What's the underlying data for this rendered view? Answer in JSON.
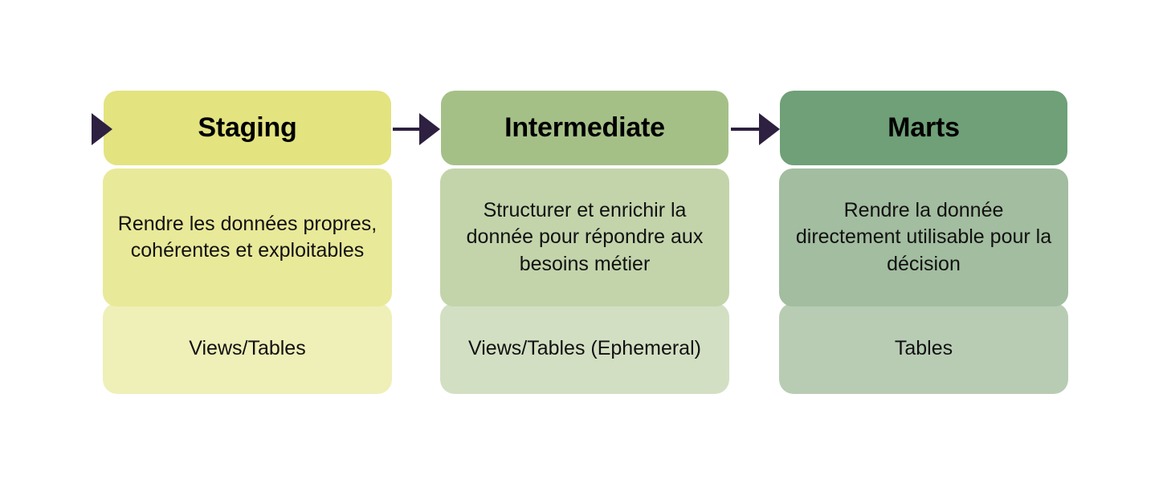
{
  "diagram": {
    "title": "Data transformation layers pipeline",
    "background_color": "#ffffff",
    "arrow_color": "#2d2040",
    "flow_order": [
      "Staging",
      "Intermediate",
      "Marts"
    ]
  },
  "cards": [
    {
      "id": "staging",
      "title": "Staging",
      "description": "Rendre les données propres, cohérentes et exploitables",
      "materialization": "Views/Tables",
      "header_color": "#e3e380",
      "desc_color": "#e9e99a",
      "footer_color": "#efefb8"
    },
    {
      "id": "intermediate",
      "title": "Intermediate",
      "description": "Structurer et enrichir la donnée pour répondre aux besoins métier",
      "materialization": "Views/Tables (Ephemeral)",
      "header_color": "#a5c087",
      "desc_color": "#c3d4ab",
      "footer_color": "#d3dfc2"
    },
    {
      "id": "marts",
      "title": "Marts",
      "description": "Rendre la donnée directement utilisable pour la décision",
      "materialization": "Tables",
      "header_color": "#6fa077",
      "desc_color": "#a2bd9f",
      "footer_color": "#b8ccb4"
    }
  ],
  "connectors": [
    {
      "id": "lead",
      "from": "",
      "to": "Staging",
      "has_line": false
    },
    {
      "id": "staging-to-intermediate",
      "from": "Staging",
      "to": "Intermediate",
      "has_line": true
    },
    {
      "id": "intermediate-to-marts",
      "from": "Intermediate",
      "to": "Marts",
      "has_line": true
    }
  ]
}
